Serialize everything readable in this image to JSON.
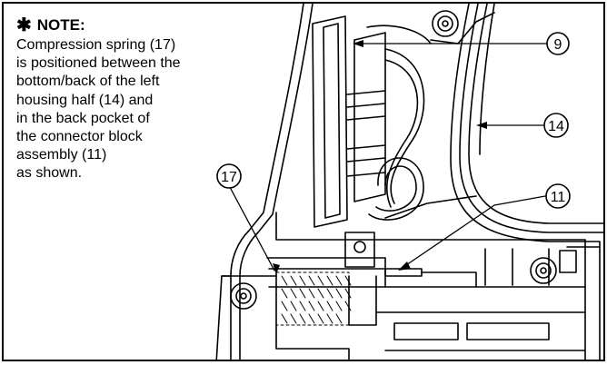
{
  "note": {
    "symbol": "✱",
    "title": "NOTE:",
    "lines": [
      "Compression spring (17)",
      "is positioned between the",
      "bottom/back of the left",
      "housing half (14) and",
      "in the back pocket of",
      "the connector block",
      "assembly (11)",
      "as shown."
    ]
  },
  "callouts": {
    "c9": "9",
    "c14": "14",
    "c11": "11",
    "c17": "17"
  }
}
